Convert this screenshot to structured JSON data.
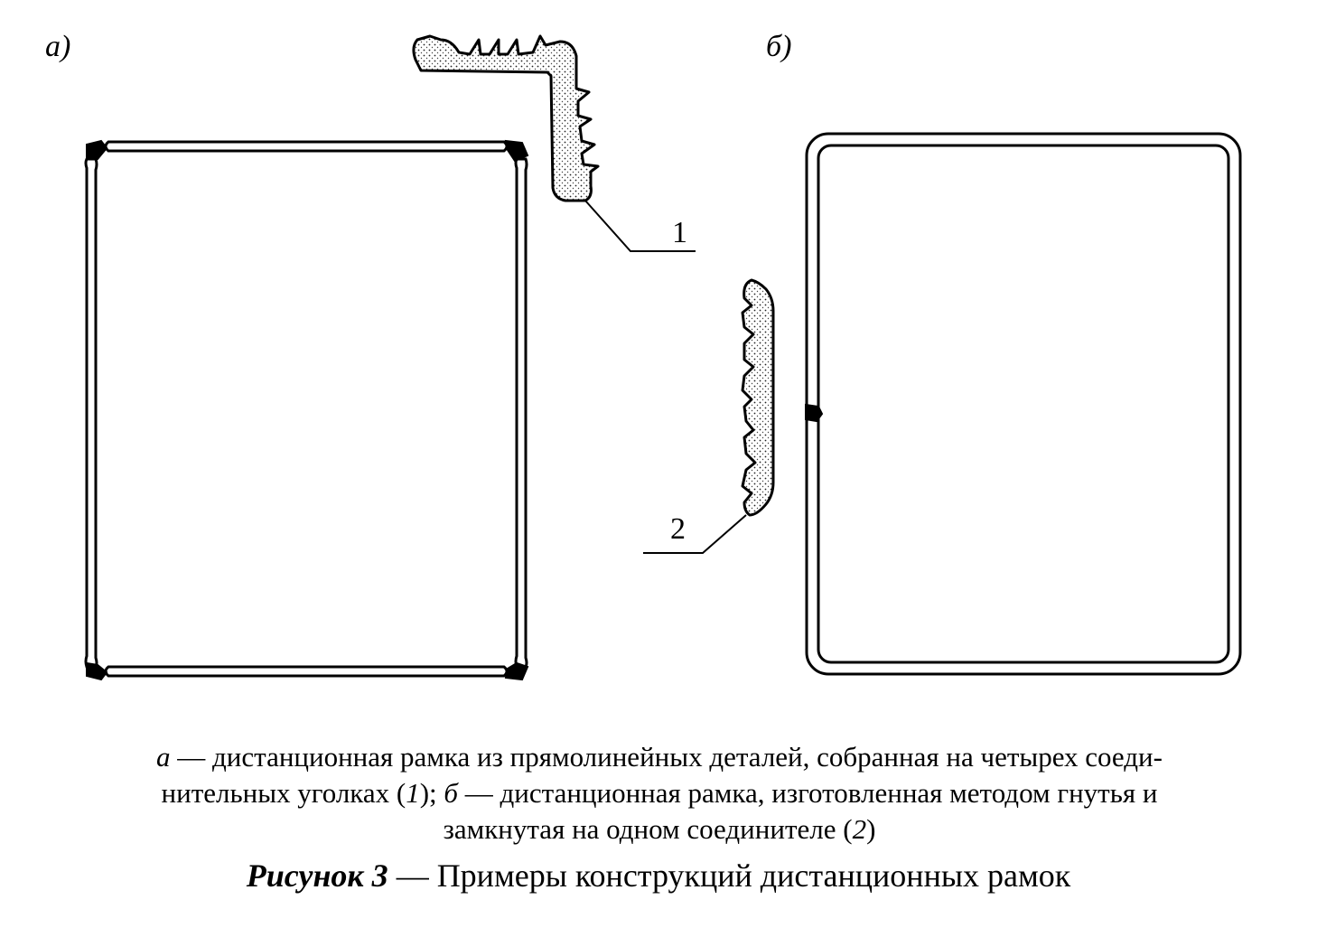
{
  "panels": {
    "a_label": "а)",
    "b_label": "б)"
  },
  "callouts": {
    "one": "1",
    "two": "2"
  },
  "caption": {
    "a_letter": "а",
    "a_text": " — дистанционная рамка из прямолинейных деталей, собранная на четырех соеди-нительных уголках (",
    "a_ref": "1",
    "a_close": "); ",
    "b_letter": "б",
    "b_text": " — дистанционная рамка, изготовленная методом гнутья и замкнутая на одном соединителе (",
    "b_ref": "2",
    "b_close": ")"
  },
  "figure_title": {
    "number": "Рисунок 3",
    "text": " — Примеры конструкций дистанционных рамок"
  }
}
